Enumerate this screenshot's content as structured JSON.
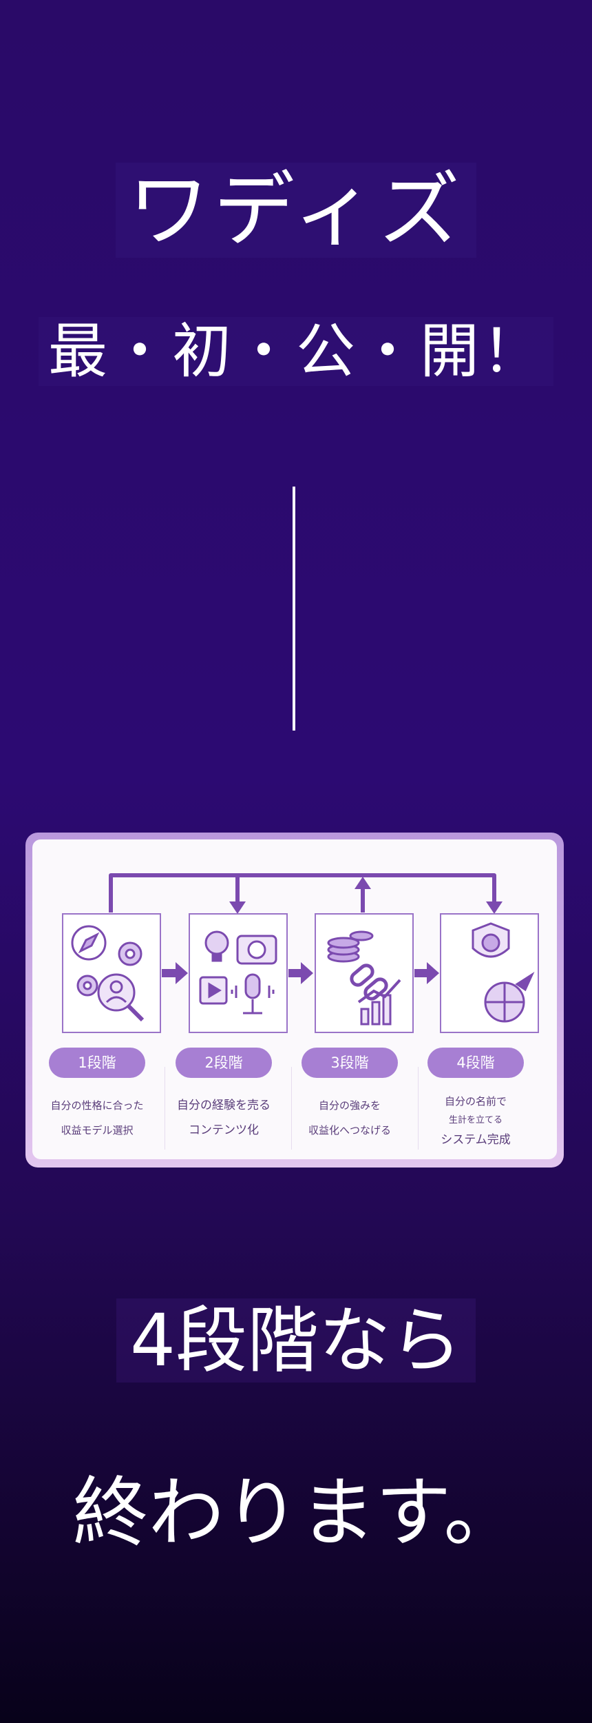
{
  "headline": {
    "title": "ワディズ",
    "subtitle": "最・初・公・開！"
  },
  "diagram": {
    "steps": [
      {
        "label": "1段階",
        "line1": "自分の性格に合った",
        "line2": "収益モデル選択",
        "line3": "",
        "icons": [
          "compass-icon",
          "gears-icon",
          "user-search-icon"
        ]
      },
      {
        "label": "2段階",
        "line1": "自分の経験を売る",
        "line2": "コンテンツ化",
        "line3": "",
        "icons": [
          "lightbulb-icon",
          "camera-icon",
          "video-icon",
          "microphone-icon"
        ]
      },
      {
        "label": "3段階",
        "line1": "自分の強みを",
        "line2": "収益化へつなげる",
        "line3": "",
        "icons": [
          "coins-icon",
          "chain-link-icon",
          "growth-chart-icon"
        ]
      },
      {
        "label": "4段階",
        "line1": "自分の名前で",
        "line2": "生計を立てる",
        "line3": "システム完成",
        "icons": [
          "bitcoin-shield-icon",
          "globe-rocket-icon"
        ]
      }
    ],
    "accent_color": "#7b4aaf",
    "pill_color": "#a77fd3"
  },
  "closing": {
    "line1": "4段階なら",
    "line2": "終わります。"
  }
}
